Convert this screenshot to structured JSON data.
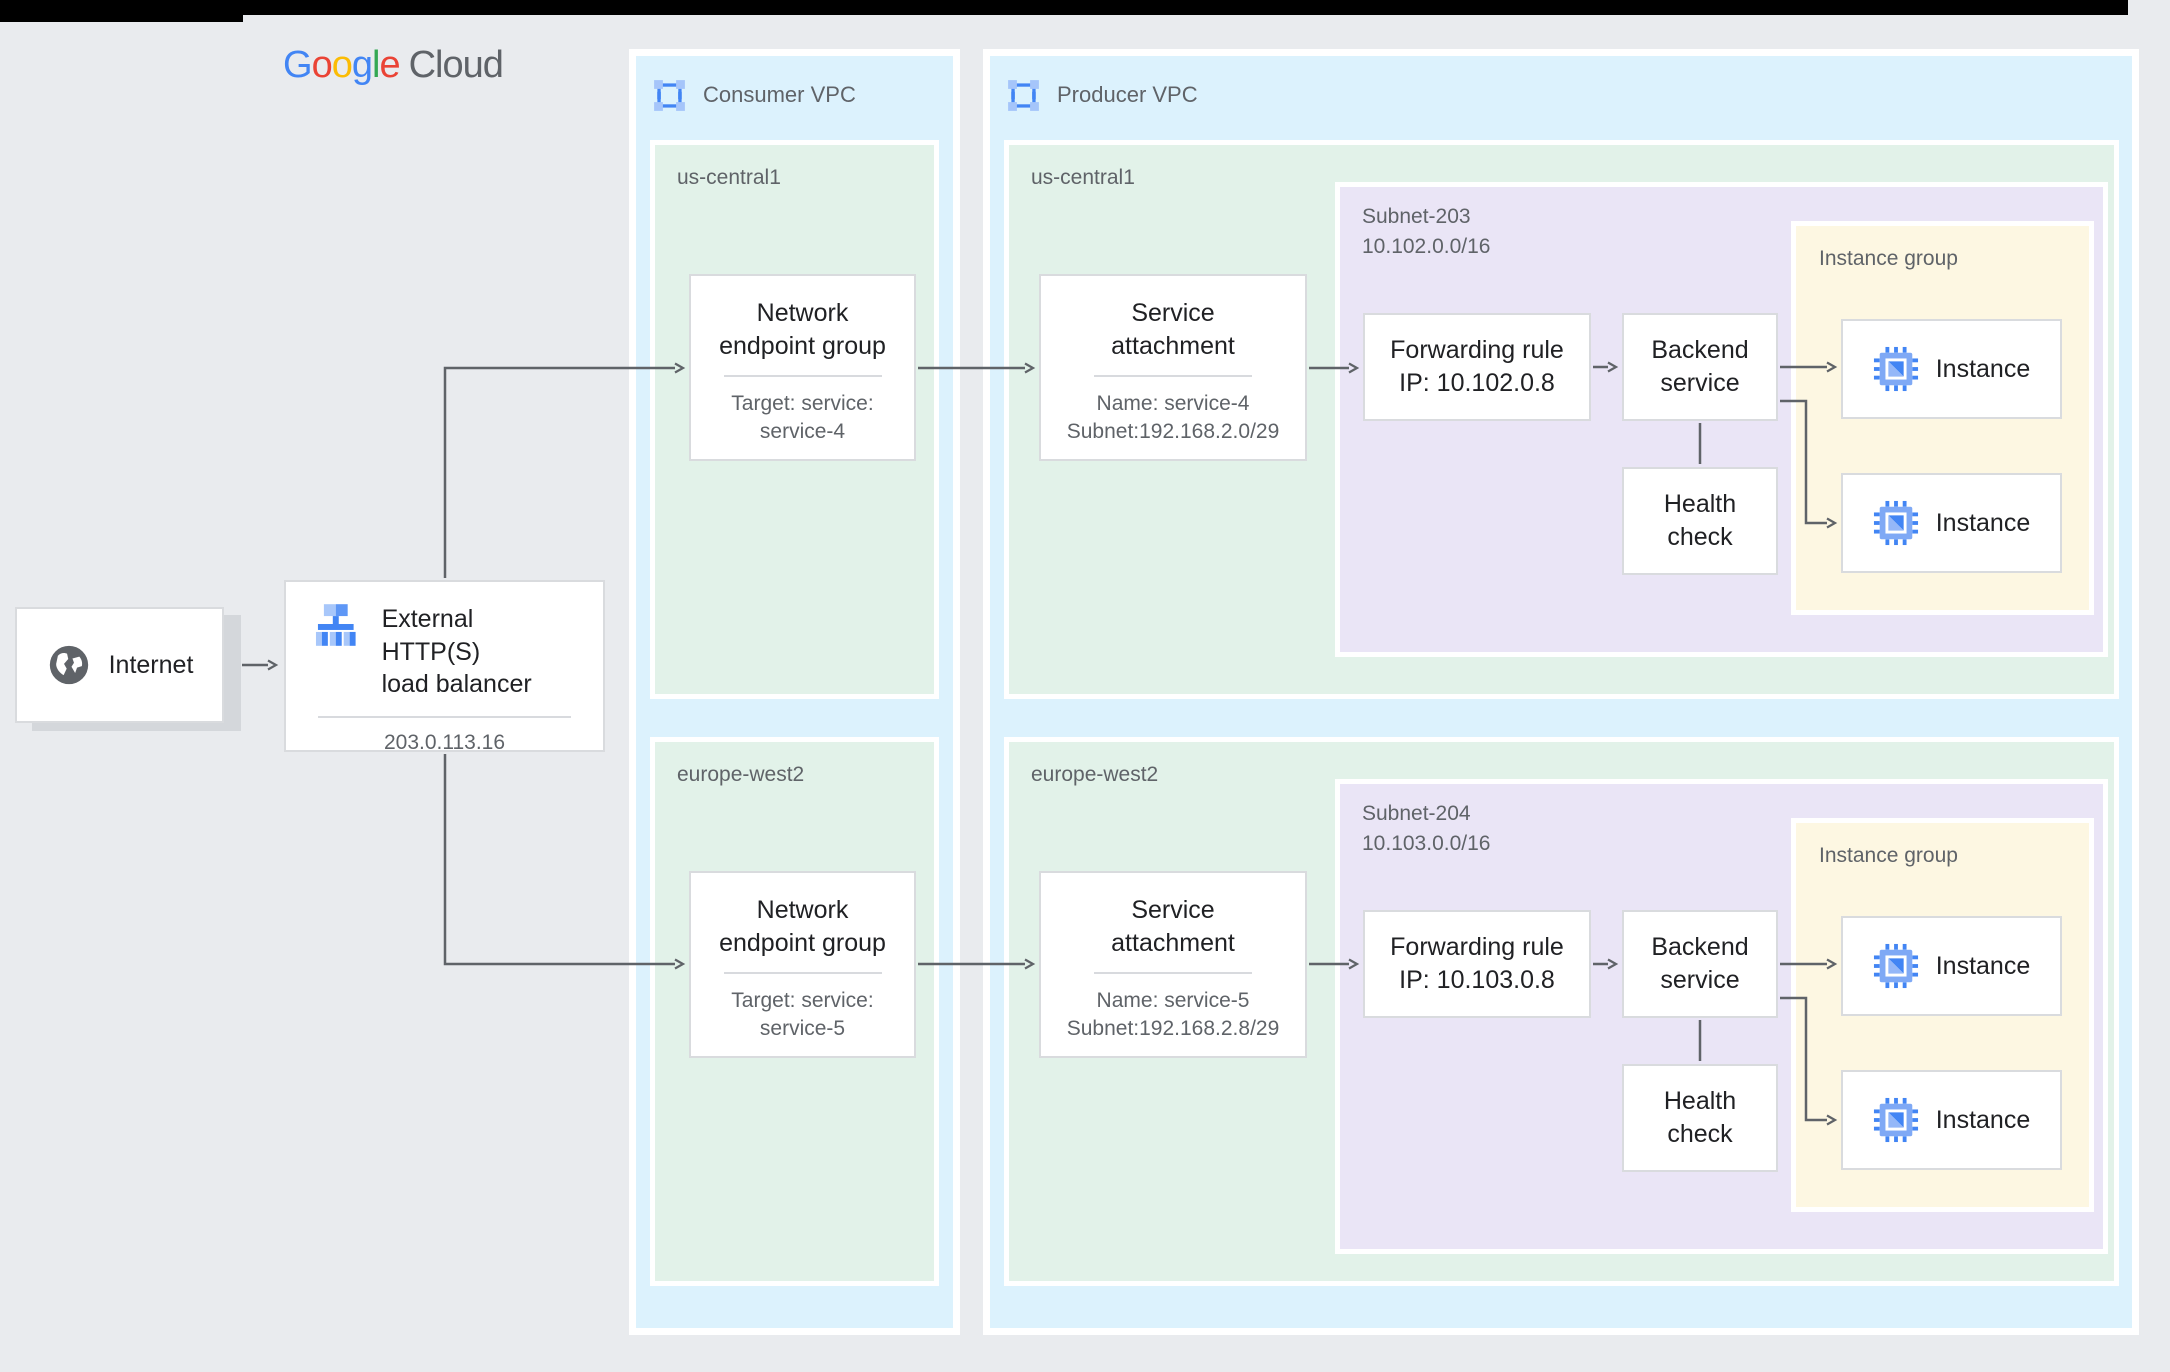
{
  "logo": {
    "letters": [
      {
        "ch": "G",
        "style": "color:#4285F4"
      },
      {
        "ch": "o",
        "style": "color:#EA4335"
      },
      {
        "ch": "o",
        "style": "color:#FBBC05"
      },
      {
        "ch": "g",
        "style": "color:#4285F4"
      },
      {
        "ch": "l",
        "style": "color:#34A853"
      },
      {
        "ch": "e",
        "style": "color:#EA4335"
      }
    ],
    "cloud": "Cloud"
  },
  "internet": {
    "label": "Internet",
    "icon": "globe-icon"
  },
  "load_balancer": {
    "icon": "load-balancer-icon",
    "title_line1": "External HTTP(S)",
    "title_line2": "load balancer",
    "ip": "203.0.113.16"
  },
  "consumer_vpc": {
    "title": "Consumer VPC",
    "icon": "vpc-icon",
    "regions": [
      {
        "name": "us-central1",
        "neg": {
          "title_line1": "Network",
          "title_line2": "endpoint group",
          "detail_line1": "Target: service:",
          "detail_line2": "service-4"
        }
      },
      {
        "name": "europe-west2",
        "neg": {
          "title_line1": "Network",
          "title_line2": "endpoint group",
          "detail_line1": "Target: service:",
          "detail_line2": "service-5"
        }
      }
    ]
  },
  "producer_vpc": {
    "title": "Producer VPC",
    "icon": "vpc-icon",
    "regions": [
      {
        "name": "us-central1",
        "service_attachment": {
          "title_line1": "Service",
          "title_line2": "attachment",
          "detail_line1": "Name: service-4",
          "detail_line2": "Subnet:192.168.2.0/29"
        },
        "subnet": {
          "name": "Subnet-203",
          "cidr": "10.102.0.0/16",
          "forwarding_rule_line1": "Forwarding rule",
          "forwarding_rule_line2": "IP: 10.102.0.8",
          "backend_service_line1": "Backend",
          "backend_service_line2": "service",
          "health_check_line1": "Health",
          "health_check_line2": "check",
          "instance_group": {
            "title": "Instance group",
            "instances": [
              {
                "label": "Instance",
                "icon": "compute-instance-icon"
              },
              {
                "label": "Instance",
                "icon": "compute-instance-icon"
              }
            ]
          }
        }
      },
      {
        "name": "europe-west2",
        "service_attachment": {
          "title_line1": "Service",
          "title_line2": "attachment",
          "detail_line1": "Name: service-5",
          "detail_line2": "Subnet:192.168.2.8/29"
        },
        "subnet": {
          "name": "Subnet-204",
          "cidr": "10.103.0.0/16",
          "forwarding_rule_line1": "Forwarding rule",
          "forwarding_rule_line2": "IP: 10.103.0.8",
          "backend_service_line1": "Backend",
          "backend_service_line2": "service",
          "health_check_line1": "Health",
          "health_check_line2": "check",
          "instance_group": {
            "title": "Instance group",
            "instances": [
              {
                "label": "Instance",
                "icon": "compute-instance-icon"
              },
              {
                "label": "Instance",
                "icon": "compute-instance-icon"
              }
            ]
          }
        }
      }
    ]
  },
  "colors": {
    "page_bg": "#e9ebee",
    "vpc_panel_blue": "#dcf2fd",
    "region_green": "#e2f2e9",
    "subnet_purple": "#eae5f6",
    "instance_group_yellow": "#fdf7e2",
    "node_border": "#d9dbde",
    "arrow": "#5f6368",
    "text_dark": "#202124",
    "text_grey": "#5f6368",
    "brand_blue": "#4285F4",
    "brand_light_blue": "#a8c7fa",
    "brand_mid_blue": "#669df6",
    "shadow_grey": "#d4d7db",
    "topbar_black": "#000000"
  }
}
